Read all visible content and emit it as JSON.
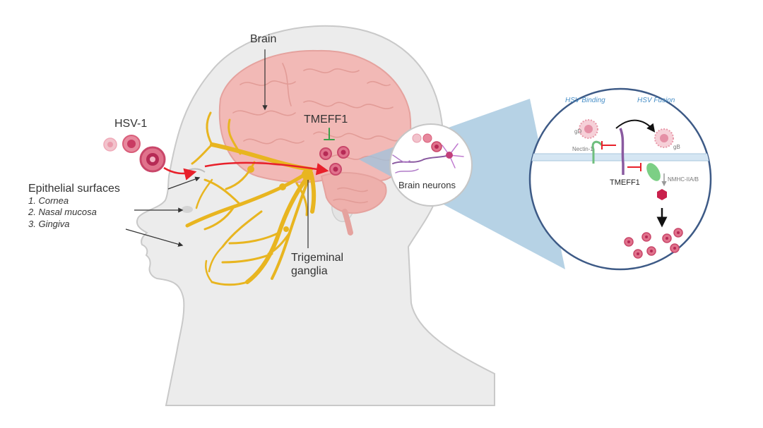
{
  "labels": {
    "brain": "Brain",
    "hsv1": "HSV-1",
    "tmeff1_brain": "TMEFF1",
    "epithelial_title": "Epithelial surfaces",
    "epithelial_items": [
      "1. Cornea",
      "2. Nasal mucosa",
      "3. Gingiva"
    ],
    "trigeminal": [
      "Trigeminal",
      "ganglia"
    ],
    "brain_neurons": "Brain neurons"
  },
  "inset": {
    "hsv_binding": "HSV Binding",
    "hsv_fusion": "HSV Fusion",
    "gd": "gD",
    "gb": "gB",
    "nectin": "Nectin-1",
    "tmeff1": "TMEFF1",
    "nmhc": "NMHC-IIA/B"
  },
  "colors": {
    "skin": "#ececec",
    "skin_outline": "#c9c9c9",
    "brain": "#f2b9b6",
    "brain_dark": "#e5a29e",
    "nerve": "#e8b520",
    "arrow_red": "#e8202a",
    "inhibit_green": "#3aa04a",
    "virus": "#d64d6e",
    "cone": "#9ec3dc",
    "inset_border": "#3d5a86",
    "inset_title": "#4a90c8"
  }
}
